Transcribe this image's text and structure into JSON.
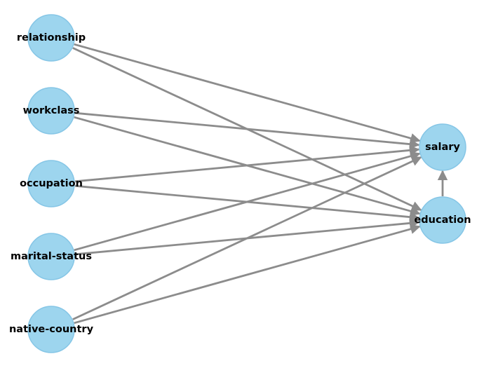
{
  "nodes": [
    {
      "id": "relationship",
      "label": "relationship",
      "color": "#9dd5ee"
    },
    {
      "id": "workclass",
      "label": "workclass",
      "color": "#9dd5ee"
    },
    {
      "id": "occupation",
      "label": "occupation",
      "color": "#9dd5ee"
    },
    {
      "id": "marital-status",
      "label": "marital-status",
      "color": "#9dd5ee"
    },
    {
      "id": "native-country",
      "label": "native-country",
      "color": "#9dd5ee"
    },
    {
      "id": "salary",
      "label": "salary",
      "color": "#9dd5ee"
    },
    {
      "id": "education",
      "label": "education",
      "color": "#9dd5ee"
    }
  ],
  "edges": [
    {
      "from": "relationship",
      "to": "salary"
    },
    {
      "from": "relationship",
      "to": "education"
    },
    {
      "from": "workclass",
      "to": "salary"
    },
    {
      "from": "workclass",
      "to": "education"
    },
    {
      "from": "occupation",
      "to": "salary"
    },
    {
      "from": "occupation",
      "to": "education"
    },
    {
      "from": "marital-status",
      "to": "salary"
    },
    {
      "from": "marital-status",
      "to": "education"
    },
    {
      "from": "native-country",
      "to": "salary"
    },
    {
      "from": "native-country",
      "to": "education"
    },
    {
      "from": "education",
      "to": "salary"
    }
  ],
  "edge_color": "#8c8c8c"
}
